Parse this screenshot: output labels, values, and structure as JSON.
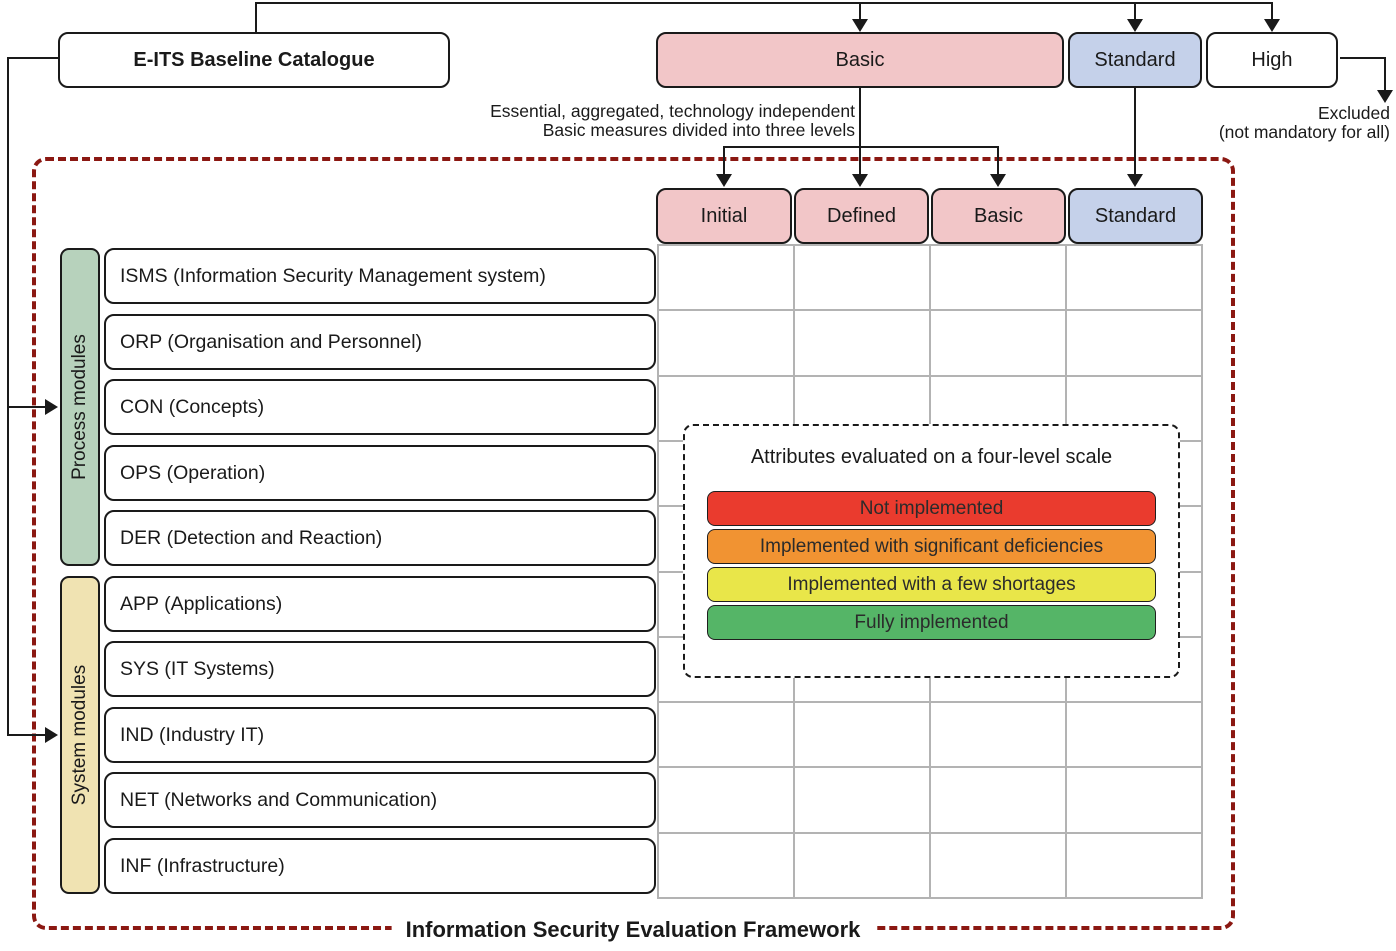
{
  "top": {
    "catalogue_label": "E-ITS Baseline Catalogue",
    "levels": [
      {
        "label": "Basic"
      },
      {
        "label": "Standard"
      },
      {
        "label": "High"
      }
    ],
    "basic_note_line1": "Essential, aggregated, technology independent",
    "basic_note_line2": "Basic measures divided into three levels",
    "excluded_line1": "Excluded",
    "excluded_line2": "(not mandatory for all)"
  },
  "framework": {
    "title": "Information Security Evaluation Framework",
    "columns": [
      {
        "label": "Initial"
      },
      {
        "label": "Defined"
      },
      {
        "label": "Basic"
      },
      {
        "label": "Standard"
      }
    ],
    "groups": [
      {
        "label": "Process modules",
        "modules": [
          "ISMS (Information Security Management system)",
          "ORP (Organisation and Personnel)",
          "CON (Concepts)",
          "OPS (Operation)",
          "DER (Detection and Reaction)"
        ]
      },
      {
        "label": "System modules",
        "modules": [
          "APP (Applications)",
          "SYS (IT Systems)",
          "IND (Industry IT)",
          "NET (Networks and Communication)",
          "INF (Infrastructure)"
        ]
      }
    ],
    "grid": {
      "rows": 10,
      "cols": 4
    }
  },
  "legend": {
    "title": "Attributes evaluated on a four-level scale",
    "levels": [
      {
        "label": "Not implemented",
        "color": "#ea3b2e"
      },
      {
        "label": "Implemented with significant deficiencies",
        "color": "#f19332"
      },
      {
        "label": "Implemented with a few shortages",
        "color": "#e9e649"
      },
      {
        "label": "Fully implemented",
        "color": "#55b567"
      }
    ]
  },
  "colors": {
    "level_pink": "#f2c6c8",
    "level_blue": "#c5d1ea",
    "process_green": "#b7d2bc",
    "system_tan": "#f0e3b2",
    "frame_dashed": "#8b1812",
    "grid_line": "#b3b3b3",
    "connector": "#1a1a1a"
  }
}
